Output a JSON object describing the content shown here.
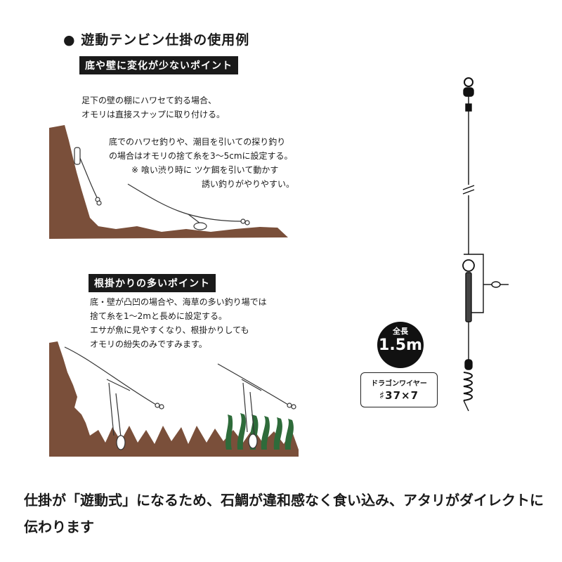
{
  "title": "● 遊動テンビン仕掛の使用例",
  "section1": {
    "banner": "底や壁に変化が少ないポイント",
    "note1": [
      "足下の壁の棚にハワセて釣る場合、",
      "オモリは直接スナップに取り付ける。"
    ],
    "note2": [
      "底でのハワセ釣りや、潮目を引いての探り釣り",
      "の場合はオモリの捨て糸を3～5cmに設定する。",
      "※ 喰い渋り時に ツケ餌を引いて動かす",
      "誘い釣りがやりやすい。"
    ]
  },
  "section2": {
    "banner": "根掛かりの多いポイント",
    "note": [
      "底・壁が凸凹の場合や、海草の多い釣り場では",
      "捨て糸を1～2mと長めに設定する。",
      "エサが魚に見やすくなり、根掛かりしても",
      "オモリの紛失のみですみます。"
    ]
  },
  "length_badge": {
    "label": "全長",
    "value": "1.5m"
  },
  "spec": {
    "name": "ドラゴンワイヤー",
    "value": "♯37×7"
  },
  "caption": "仕掛が「遊動式」になるため、石鯛が違和感なく食い込み、アタリがダイレクトに伝わります",
  "colors": {
    "rock": "#7a4f3a",
    "seaweed": "#2e6b3a",
    "ink": "#1a1a1a"
  }
}
